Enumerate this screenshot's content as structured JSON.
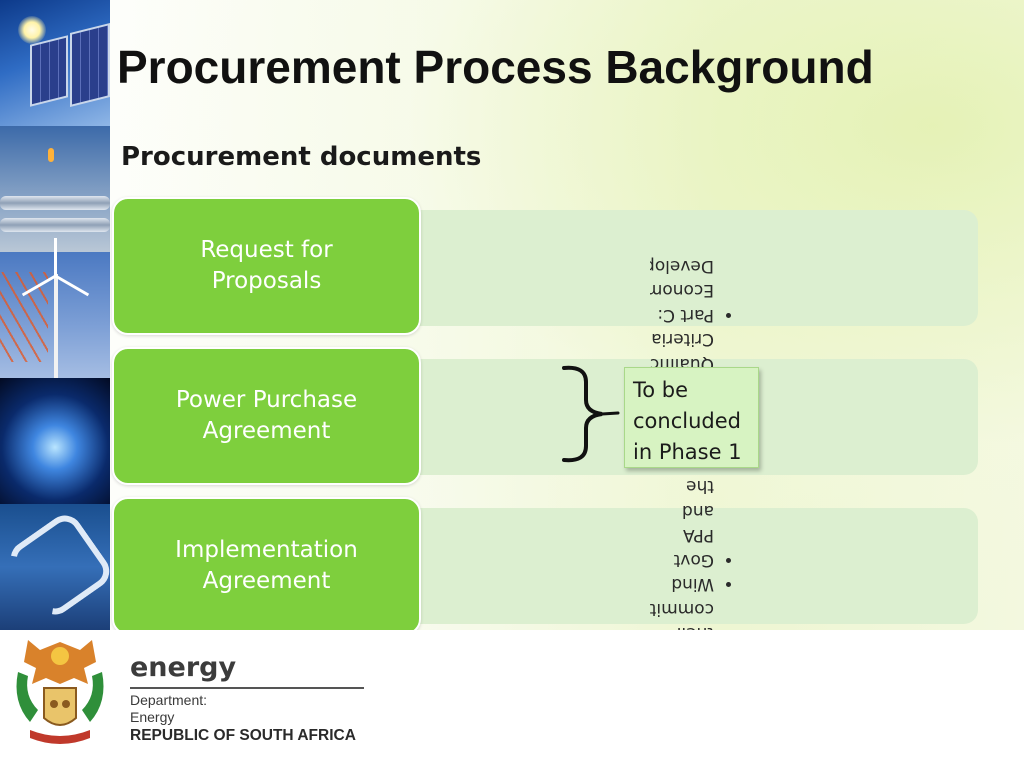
{
  "slide": {
    "title": "Procurement Process Background",
    "subtitle": "Procurement documents"
  },
  "documents": [
    {
      "label": "Request for Proposals"
    },
    {
      "label": "Power Purchase Agreement"
    },
    {
      "label": "Implementation Agreement"
    }
  ],
  "callout": {
    "text": "To be concluded in Phase 1"
  },
  "upside_down_bullets": [
    "Obligation for IPP to deliver as per their commitment",
    "Wind",
    "Govt PPA and the pay the IPPs",
    "Part B: Qualification Criteria",
    "Part C: Economic Development"
  ],
  "footer": {
    "logo_word": "energy",
    "department_line1": "Department:",
    "department_line2": "Energy",
    "country": "REPUBLIC OF SOUTH AFRICA"
  },
  "colors": {
    "doc_box_fill": "#7ecf3d",
    "row_band_fill": "#dcefd0",
    "callout_fill": "#d7f3c2"
  }
}
